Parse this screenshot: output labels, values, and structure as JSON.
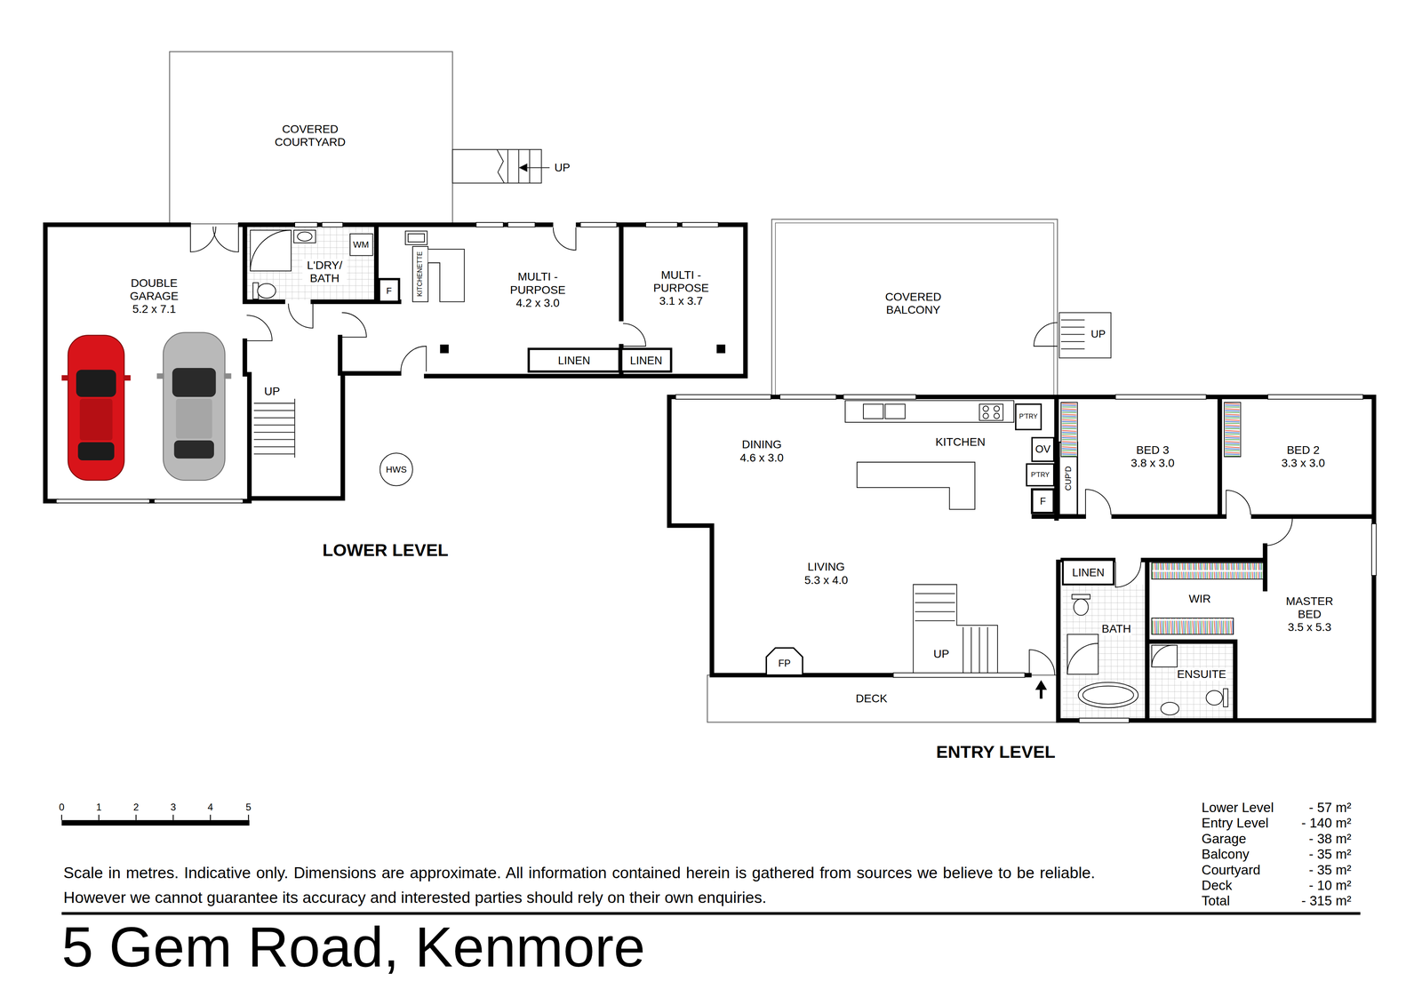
{
  "diagram": {
    "title": "5 Gem Road, Kenmore",
    "nodes": [
      {
        "text": [
          "COVERED COURTYARD"
        ]
      },
      {
        "text": [
          "UP"
        ]
      },
      {
        "text": [
          "DOUBLE GARAGE",
          "5.2 x 7.1"
        ]
      },
      {
        "text": [
          "WM"
        ]
      },
      {
        "text": [
          "L'DRY/ BATH"
        ]
      },
      {
        "text": [
          "F"
        ]
      },
      {
        "text": [
          "KITCHENETTE"
        ]
      },
      {
        "text": [
          "MULTI - PURPOSE",
          "4.2 x 3.0"
        ]
      },
      {
        "text": [
          "MULTI - PURPOSE",
          "3.1 x 3.7"
        ]
      },
      {
        "text": [
          "LINEN"
        ]
      },
      {
        "text": [
          "LINEN"
        ]
      },
      {
        "text": [
          "UP"
        ]
      },
      {
        "text": [
          "HWS"
        ]
      },
      {
        "text": [
          "COVERED BALCONY"
        ]
      },
      {
        "text": [
          "UP"
        ]
      },
      {
        "text": [
          "DINING",
          "4.6 x 3.0"
        ]
      },
      {
        "text": [
          "KITCHEN"
        ]
      },
      {
        "text": [
          "P'TRY"
        ]
      },
      {
        "text": [
          "OV"
        ]
      },
      {
        "text": [
          "P'TRY"
        ]
      },
      {
        "text": [
          "F"
        ]
      },
      {
        "text": [
          "CUP'D"
        ]
      },
      {
        "text": [
          "BED 3",
          "3.8 x 3.0"
        ]
      },
      {
        "text": [
          "BED 2",
          "3.3 x 3.0"
        ]
      },
      {
        "text": [
          "LINEN"
        ]
      },
      {
        "text": [
          "WIR"
        ]
      },
      {
        "text": [
          "BATH"
        ]
      },
      {
        "text": [
          "LIVING",
          "5.3 x 4.0"
        ]
      },
      {
        "text": [
          "MASTER BED",
          "3.5 x 5.3"
        ]
      },
      {
        "text": [
          "ENSUITE"
        ]
      },
      {
        "text": [
          "UP"
        ]
      },
      {
        "text": [
          "FP"
        ]
      },
      {
        "text": [
          "DECK"
        ]
      }
    ],
    "labels": [
      "LOWER LEVEL",
      "ENTRY LEVEL",
      "0",
      "1",
      "2",
      "3",
      "4",
      "5",
      "Scale in metres. Indicative only. Dimensions are approximate. All information contained herein is gathered from sources we believe to be reliable. However we cannot guarantee its accuracy and interested parties should rely on their own enquiries.",
      "Lower Level",
      "- 57 m²",
      "Entry Level",
      "- 140 m²",
      "Garage",
      "- 38 m²",
      "Balcony",
      "- 35 m²",
      "Courtyard",
      "- 35 m²",
      "Deck",
      "- 10 m²",
      "Total",
      "- 315 m²"
    ]
  }
}
